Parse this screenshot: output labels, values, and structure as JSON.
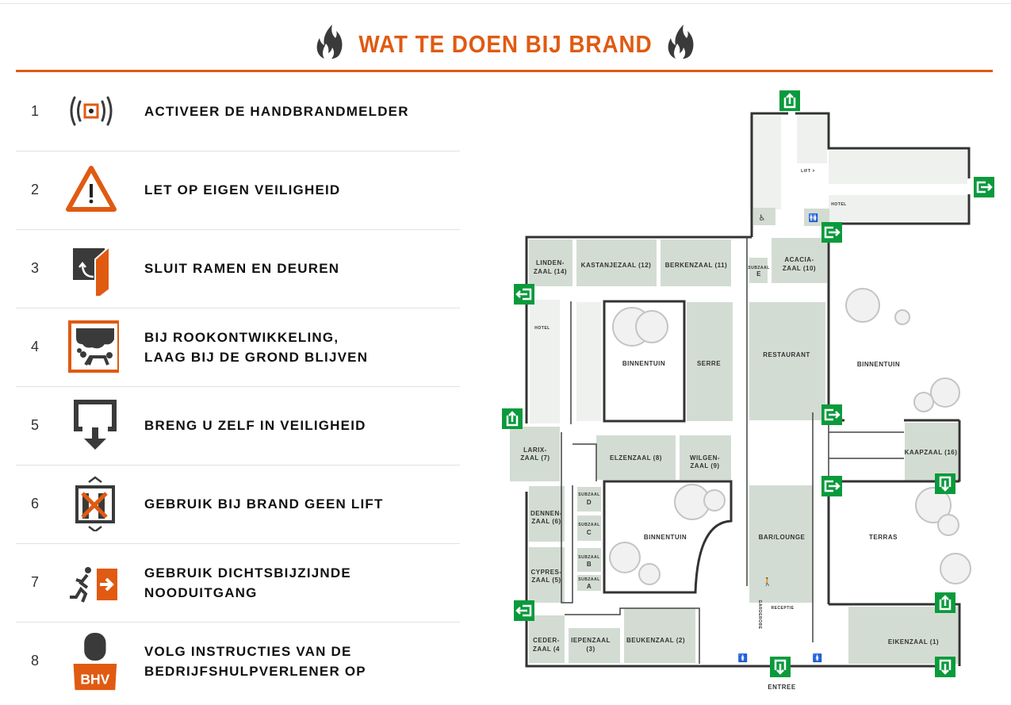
{
  "title": "WAT TE DOEN BIJ BRAND",
  "steps": [
    {
      "number": "1",
      "icon": "fire-alarm-icon",
      "lines": [
        "ACTIVEER DE HANDBRANDMELDER"
      ]
    },
    {
      "number": "2",
      "icon": "warning-triangle-icon",
      "lines": [
        "LET OP EIGEN VEILIGHEID"
      ]
    },
    {
      "number": "3",
      "icon": "close-door-icon",
      "lines": [
        "SLUIT RAMEN EN DEUREN"
      ]
    },
    {
      "number": "4",
      "icon": "smoke-crawl-icon",
      "lines": [
        "BIJ ROOKONTWIKKELING,",
        "LAAG BIJ DE GROND BLIJVEN"
      ]
    },
    {
      "number": "5",
      "icon": "exit-down-icon",
      "lines": [
        "BRENG U ZELF IN VEILIGHEID"
      ]
    },
    {
      "number": "6",
      "icon": "no-elevator-icon",
      "lines": [
        "GEBRUIK BIJ BRAND GEEN LIFT"
      ]
    },
    {
      "number": "7",
      "icon": "running-exit-icon",
      "lines": [
        "GEBRUIK DICHTSBIJZIJNDE",
        "NOODUITGANG"
      ]
    },
    {
      "number": "8",
      "icon": "bhv-person-icon",
      "lines": [
        "VOLG INSTRUCTIES VAN DE",
        "BEDRIJFSHULPVERLENER OP"
      ],
      "badge": "BHV"
    }
  ],
  "colors": {
    "accent": "#e05a12",
    "exit": "#0a9a3c",
    "room": "#d3dcd3",
    "wall": "#333333"
  },
  "map": {
    "lindenzaal": [
      "LINDEN-",
      "ZAAL (14)"
    ],
    "kastanjezaal": "KASTANJEZAAL (12)",
    "berkenzaal": "BERKENZAAL (11)",
    "hotel_left": "HOTEL",
    "binnentuin_1": "BINNENTUIN",
    "serre": "SERRE",
    "larixzaal": [
      "LARIX-",
      "ZAAL (7)"
    ],
    "elzenzaal": "ELZENZAAL (8)",
    "wilgenzaal": [
      "WILGEN-",
      "ZAAL (9)"
    ],
    "dennenzaal": [
      "DENNEN-",
      "ZAAL (6)"
    ],
    "cypreszaal": [
      "CYPRES-",
      "ZAAL (5)"
    ],
    "subzaal": "SUBZAAL",
    "subzaal_d": "D",
    "subzaal_c": "C",
    "subzaal_b": "B",
    "subzaal_a": "A",
    "subzaal_e": "E",
    "binnentuin_2": "BINNENTUIN",
    "cederzaal": [
      "CEDER-",
      "ZAAL (4"
    ],
    "iepenzaal": [
      "IEPENZAAL",
      "(3)"
    ],
    "beukenzaal": "BEUKENZAAL (2)",
    "acaciazaal": [
      "ACACIA-",
      "ZAAL (10)"
    ],
    "restaurant": "RESTAURANT",
    "binnentuin_3": "BINNENTUIN",
    "kaapzaal": "KAAPZAAL (16)",
    "bar_lounge": "BAR/LOUNGE",
    "terras": "TERRAS",
    "garderobe": "GARDEROBE",
    "receptie": "RECEPTIE",
    "eikenzaal": "EIKENZAAL (1)",
    "entree": "ENTREE",
    "lift": "LIFT >",
    "hotel_top": "HOTEL"
  }
}
